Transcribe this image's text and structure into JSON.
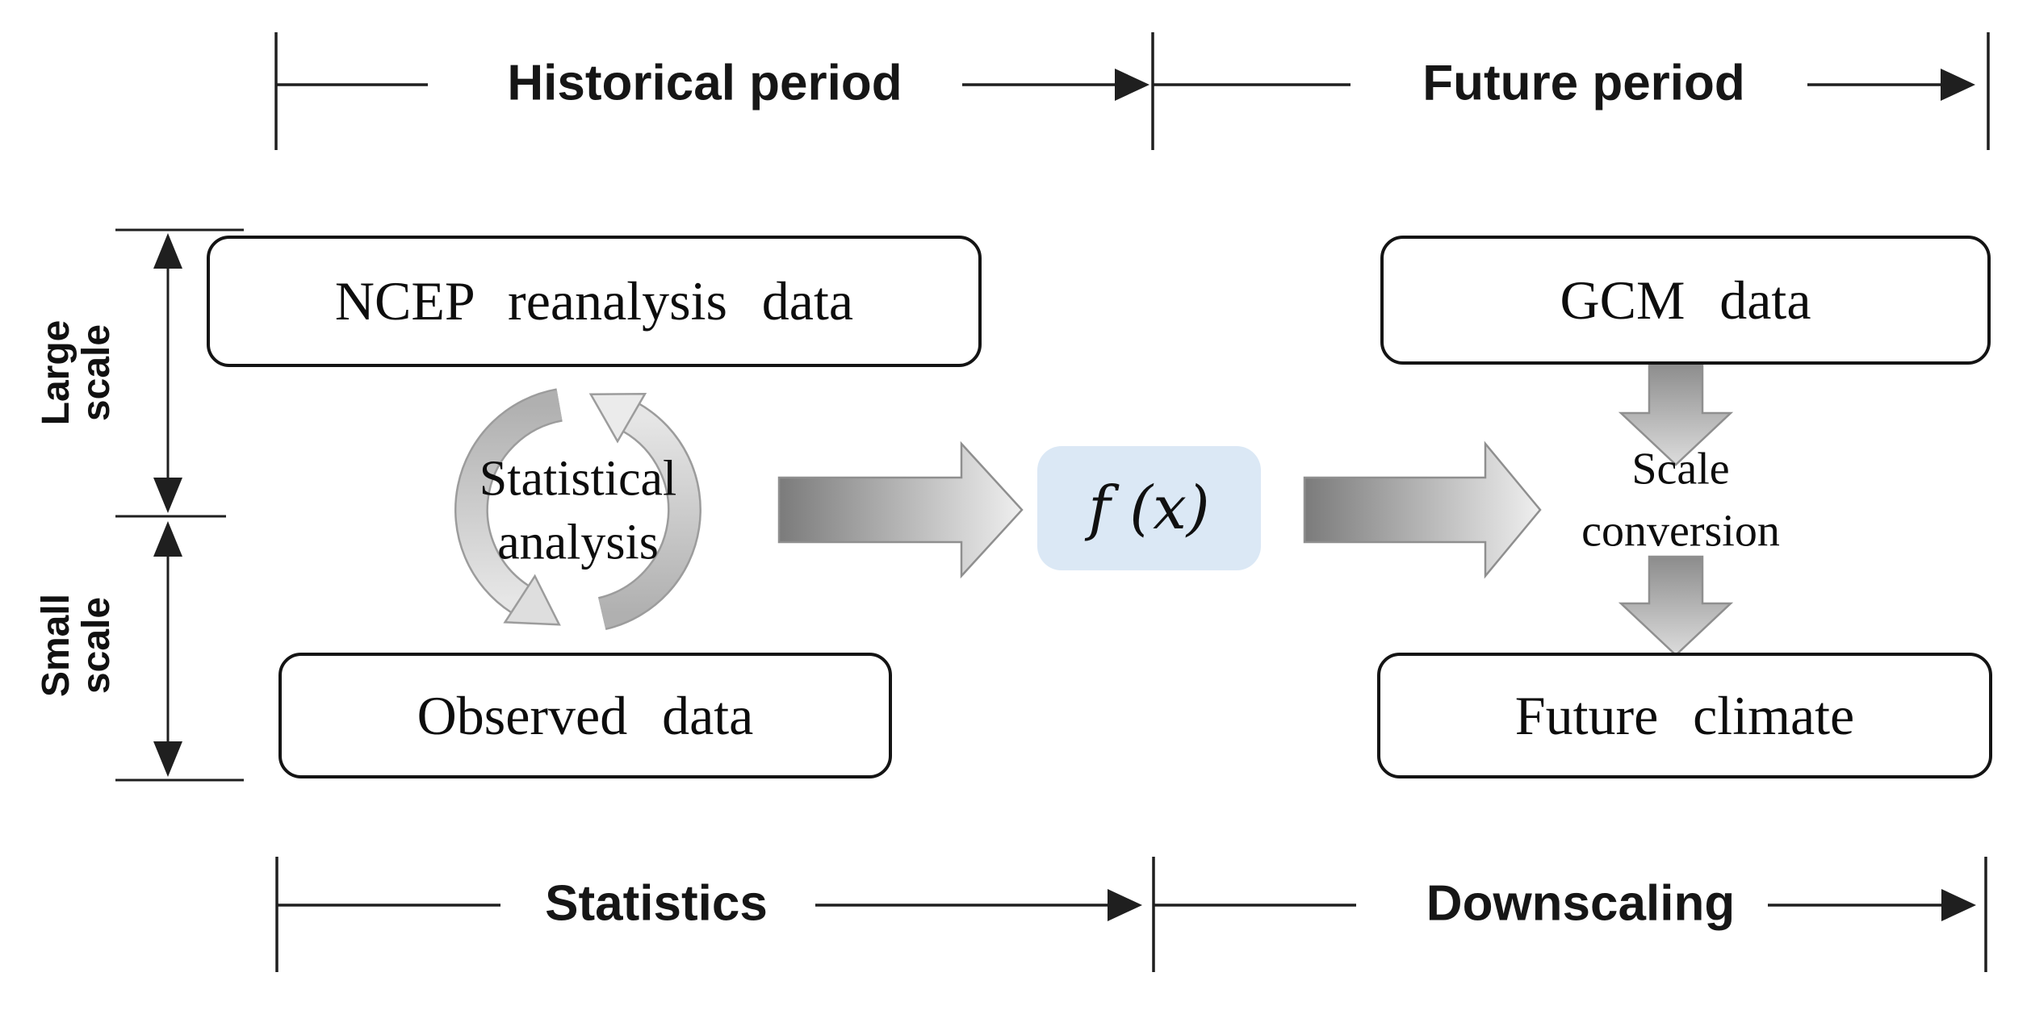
{
  "timeline_top": {
    "historical": "Historical period",
    "future": "Future period"
  },
  "timeline_bottom": {
    "statistics": "Statistics",
    "downscaling": "Downscaling"
  },
  "axis_left": {
    "large": "Large\nscale",
    "small": "Small\nscale"
  },
  "boxes": {
    "ncep": "NCEP reanalysis data",
    "gcm": "GCM data",
    "observed": "Observed data",
    "future_climate": "Future climate"
  },
  "process": {
    "cycle_label": "Statistical\nanalysis",
    "function_label": "f (x)",
    "scale_conversion": "Scale\nconversion"
  },
  "colors": {
    "line": "#1f1f1f",
    "box_border": "#141414",
    "fx_fill": "#dbe8f5",
    "harrow_dark": "#7b7b7b",
    "harrow_light": "#efefef",
    "varrow_dark": "#8c8c8c",
    "varrow_light": "#dcdcdc",
    "arrow_outline": "#8f8f8f",
    "cycle_dark": "#b0b0b0",
    "cycle_light": "#e6e6e6",
    "cycle_outline": "#9c9c9c"
  }
}
